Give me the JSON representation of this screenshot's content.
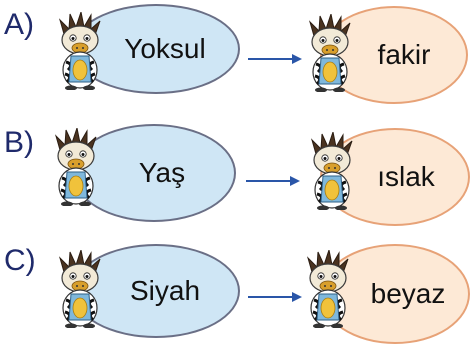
{
  "options": [
    {
      "letter": "A)",
      "left_word": "Yoksul",
      "right_word": "fakir"
    },
    {
      "letter": "B)",
      "left_word": "Yaş",
      "right_word": "ıslak"
    },
    {
      "letter": "C)",
      "left_word": "Siyah",
      "right_word": "beyaz"
    }
  ],
  "colors": {
    "letter": "#1f2a6b",
    "left_ellipse_fill": "#cfe6f5",
    "right_ellipse_fill": "#fde9d6",
    "right_ellipse_border": "#e7a277",
    "arrow": "#2a56a8"
  },
  "icons": {
    "character": "cartoon-zebra-character-icon",
    "arrow": "right-arrow-icon"
  }
}
